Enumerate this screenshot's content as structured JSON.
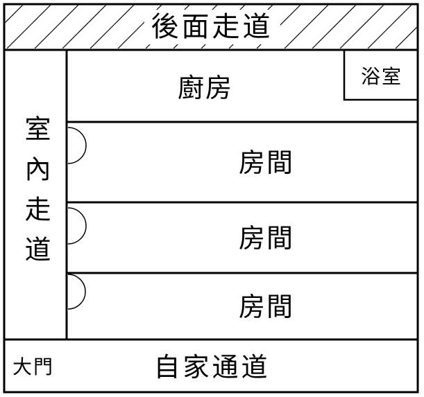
{
  "plan": {
    "back_corridor": "後面走道",
    "kitchen": "廚房",
    "bathroom": "浴室",
    "rooms": [
      "房間",
      "房間",
      "房間"
    ],
    "indoor_corridor": "室內走道",
    "main_gate": "大門",
    "private_path": "自家通道"
  },
  "colors": {
    "line": "#000000",
    "background": "#ffffff"
  }
}
